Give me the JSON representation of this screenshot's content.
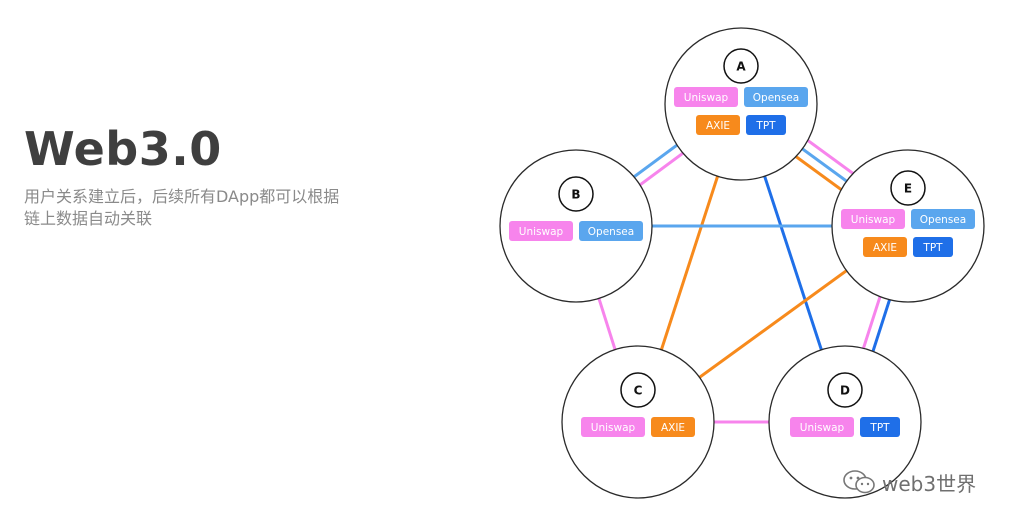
{
  "title": "Web3.0",
  "subtitle": "用户关系建立后，后续所有DApp都可以根据链上数据自动关联",
  "watermark": "web3世界",
  "colors": {
    "Uniswap": "#f784ec",
    "Opensea": "#5aa6ee",
    "AXIE": "#f78a1c",
    "TPT": "#1f6fe8"
  },
  "nodes": [
    {
      "id": "A",
      "apps": [
        "Uniswap",
        "Opensea",
        "AXIE",
        "TPT"
      ]
    },
    {
      "id": "B",
      "apps": [
        "Uniswap",
        "Opensea"
      ]
    },
    {
      "id": "C",
      "apps": [
        "Uniswap",
        "AXIE"
      ]
    },
    {
      "id": "D",
      "apps": [
        "Uniswap",
        "TPT"
      ]
    },
    {
      "id": "E",
      "apps": [
        "Uniswap",
        "Opensea",
        "AXIE",
        "TPT"
      ]
    }
  ],
  "links": [
    {
      "from": "A",
      "to": "B",
      "app": "Uniswap"
    },
    {
      "from": "A",
      "to": "E",
      "app": "Uniswap"
    },
    {
      "from": "A",
      "to": "E",
      "app": "Opensea"
    },
    {
      "from": "A",
      "to": "E",
      "app": "AXIE"
    },
    {
      "from": "A",
      "to": "C",
      "app": "AXIE"
    },
    {
      "from": "A",
      "to": "D",
      "app": "TPT"
    },
    {
      "from": "B",
      "to": "A",
      "app": "Opensea"
    },
    {
      "from": "B",
      "to": "E",
      "app": "Opensea"
    },
    {
      "from": "B",
      "to": "C",
      "app": "Uniswap"
    },
    {
      "from": "C",
      "to": "D",
      "app": "Uniswap"
    },
    {
      "from": "C",
      "to": "E",
      "app": "AXIE"
    },
    {
      "from": "D",
      "to": "E",
      "app": "Uniswap"
    },
    {
      "from": "D",
      "to": "E",
      "app": "TPT"
    }
  ]
}
